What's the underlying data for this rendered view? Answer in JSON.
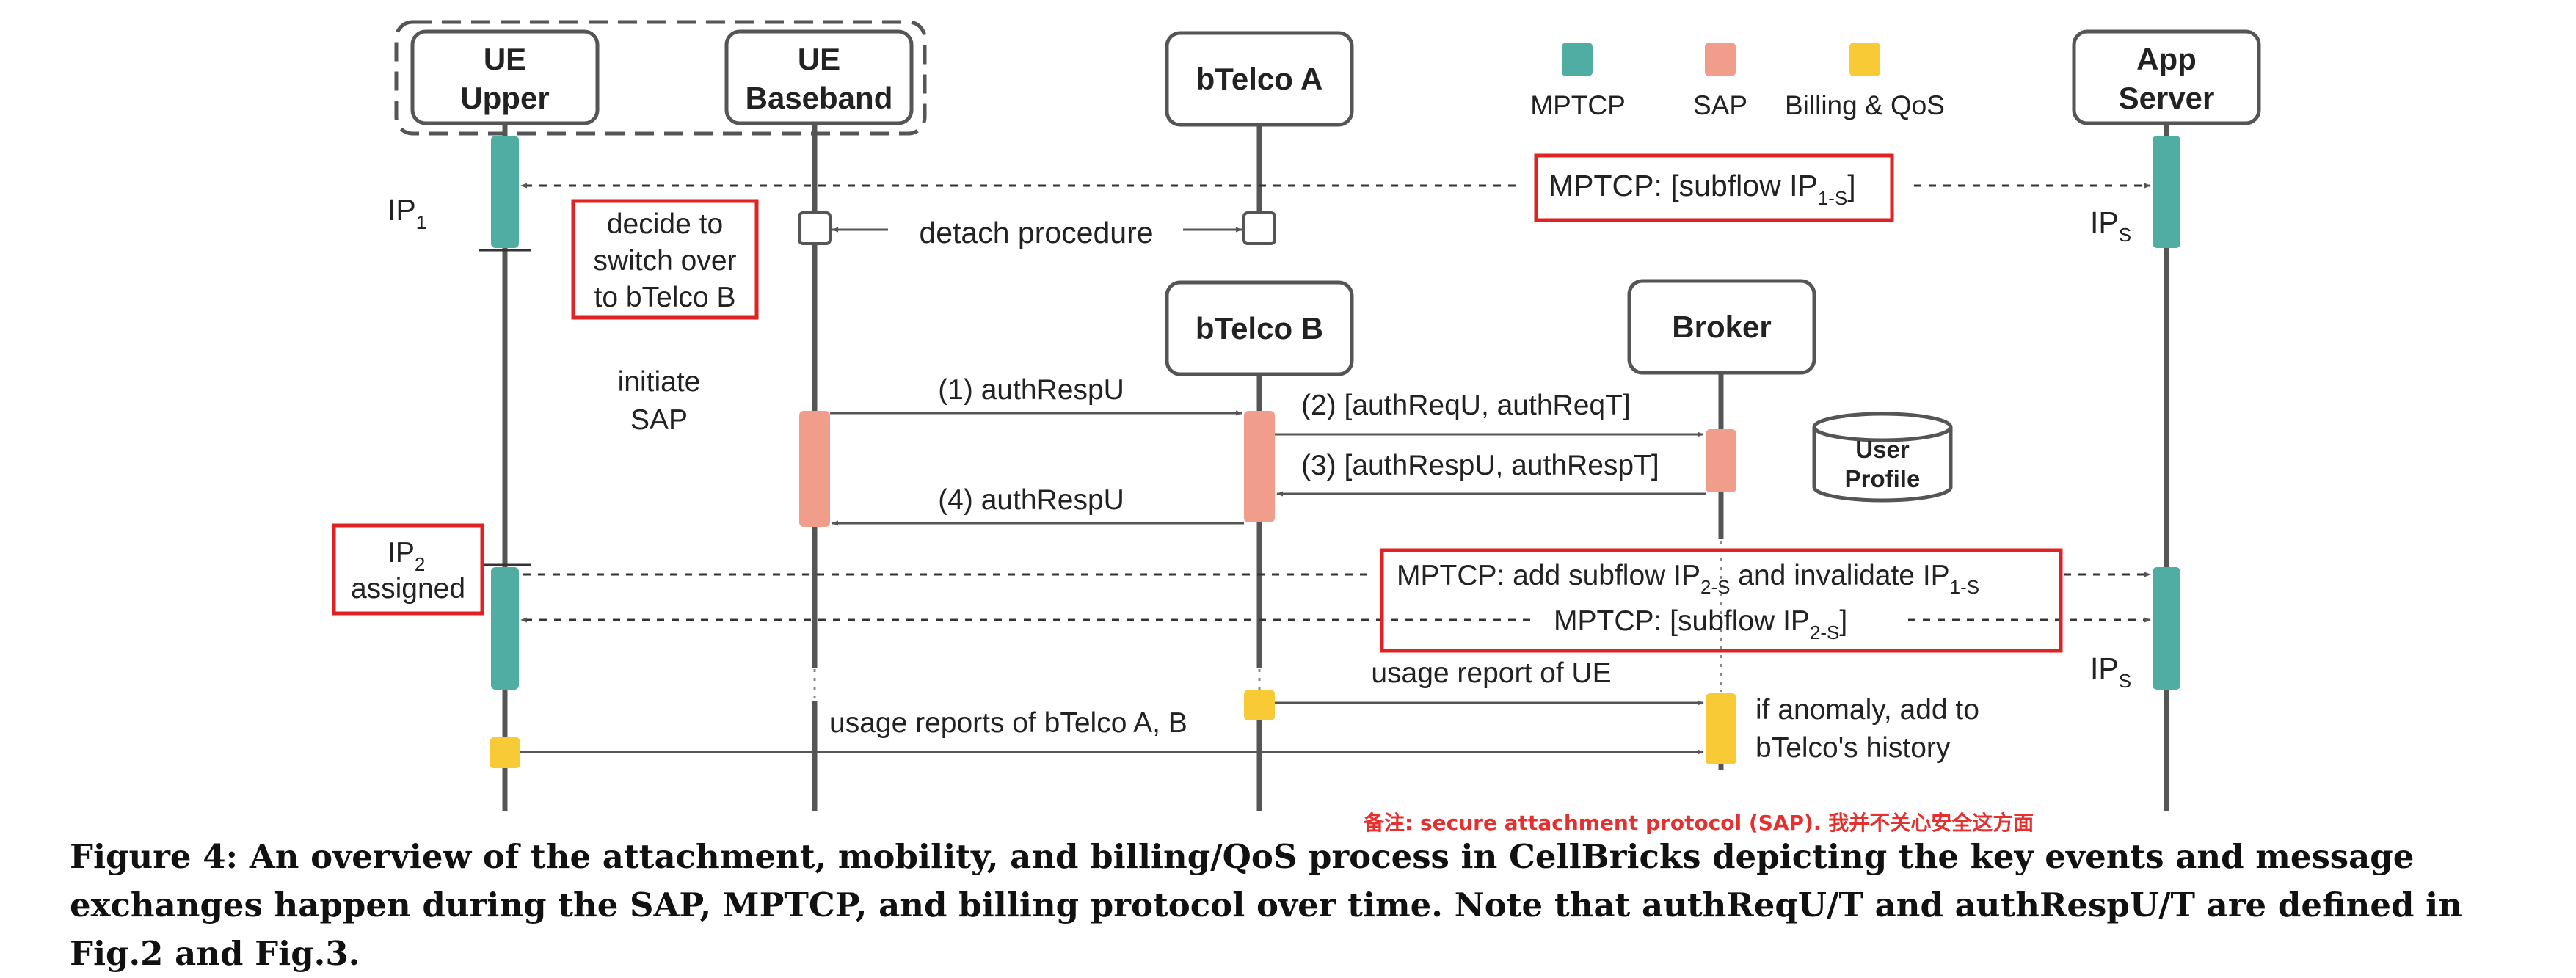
{
  "entities": {
    "ue_upper": [
      "UE",
      "Upper"
    ],
    "ue_baseband": [
      "UE",
      "Baseband"
    ],
    "btelco_a": "bTelco A",
    "btelco_b": "bTelco B",
    "broker": "Broker",
    "app_server": [
      "App",
      "Server"
    ],
    "user_profile": [
      "User",
      "Profile"
    ]
  },
  "legend": {
    "items": [
      {
        "label": "MPTCP",
        "color": "#4fada3"
      },
      {
        "label": "SAP",
        "color": "#f09d8c"
      },
      {
        "label": "Billing & QoS",
        "color": "#f7ca36"
      }
    ]
  },
  "labels": {
    "ip1": {
      "base": "IP",
      "sub": "1"
    },
    "ips_top": {
      "base": "IP",
      "sub": "S"
    },
    "ips_bottom": {
      "base": "IP",
      "sub": "S"
    },
    "decide": [
      "decide to",
      "switch over",
      "to bTelco B"
    ],
    "ip2_assigned": {
      "base": "IP",
      "sub": "2",
      "line2": "assigned"
    },
    "initiate_sap": [
      "initiate",
      "SAP"
    ],
    "anomaly": [
      "if anomaly, add to",
      "bTelco's history"
    ]
  },
  "messages": {
    "mptcp_subflow_1s": {
      "pre": "MPTCP: [subflow IP",
      "sub": "1-S",
      "post": "]"
    },
    "detach": "detach procedure",
    "m1": "(1) authRespU",
    "m2": "(2) [authReqU, authReqT]",
    "m3": "(3) [authRespU, authRespT]",
    "m4": "(4) authRespU",
    "mptcp_add": {
      "pre": "MPTCP: add subflow IP",
      "sub1": "2-S",
      "mid": " and invalidate IP",
      "sub2": "1-S"
    },
    "mptcp_subflow_2s": {
      "pre": "MPTCP: [subflow IP",
      "sub": "2-S",
      "post": "]"
    },
    "usage_ue": "usage report of UE",
    "usage_telco": "usage reports of bTelco A, B"
  },
  "note": "备注: secure attachment protocol (SAP). 我并不关心安全这方面",
  "caption": "Figure 4: An overview of the attachment, mobility, and billing/QoS process in CellBricks depicting the key events and message exchanges happen during the SAP, MPTCP, and billing protocol over time. Note that authReqU/T and authRespU/T are defined in Fig.2 and Fig.3."
}
